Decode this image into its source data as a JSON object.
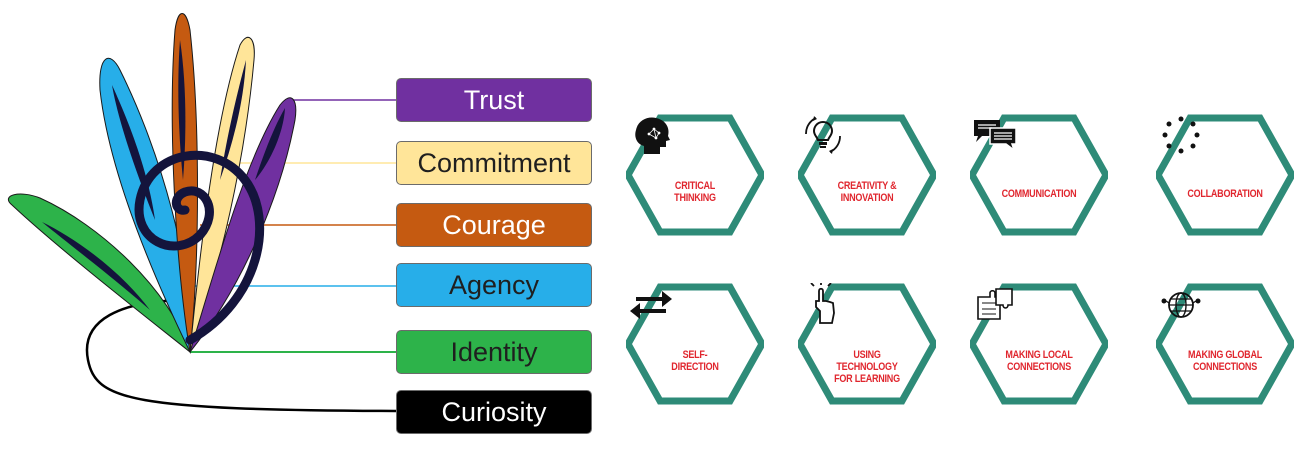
{
  "values": [
    {
      "label": "Trust",
      "color": "#7030a0",
      "text_color": "#ffffff"
    },
    {
      "label": "Commitment",
      "color": "#ffe599",
      "text_color": "#1f1f1f"
    },
    {
      "label": "Courage",
      "color": "#c55a11",
      "text_color": "#ffffff"
    },
    {
      "label": "Agency",
      "color": "#27aee9",
      "text_color": "#1f1f1f"
    },
    {
      "label": "Identity",
      "color": "#2db34a",
      "text_color": "#1f1f1f"
    },
    {
      "label": "Curiosity",
      "color": "#000000",
      "text_color": "#ffffff"
    }
  ],
  "competencies": [
    {
      "label": "CRITICAL\nTHINKING",
      "icon": "brain-head-icon"
    },
    {
      "label": "CREATIVITY &\nINNOVATION",
      "icon": "lightbulb-cycle-icon"
    },
    {
      "label": "COMMUNICATION",
      "icon": "speech-bubbles-icon"
    },
    {
      "label": "COLLABORATION",
      "icon": "people-circle-icon"
    },
    {
      "label": "SELF-\nDIRECTION",
      "icon": "arrows-exchange-icon"
    },
    {
      "label": "USING TECHNOLOGY\nFOR LEARNING",
      "icon": "pointing-hand-icon"
    },
    {
      "label": "MAKING LOCAL\nCONNECTIONS",
      "icon": "puzzle-pieces-icon"
    },
    {
      "label": "MAKING GLOBAL\nCONNECTIONS",
      "icon": "globe-network-icon"
    }
  ],
  "colors": {
    "hex_border": "#2e8b78",
    "label_red": "#e0262e",
    "swirl": "#14143c"
  }
}
